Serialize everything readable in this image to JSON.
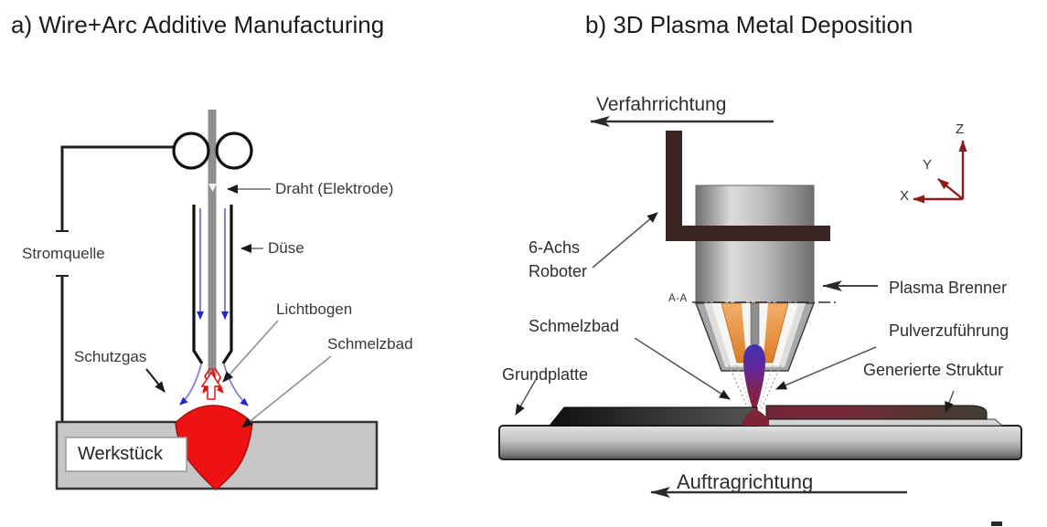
{
  "panel_a": {
    "title": "a) Wire+Arc Additive Manufacturing",
    "labels": {
      "power_source": "Stromquelle",
      "wire_electrode": "Draht (Elektrode)",
      "nozzle": "Düse",
      "arc": "Lichtbogen",
      "melt_pool": "Schmelzbad",
      "shielding_gas": "Schutzgas",
      "workpiece": "Werkstück"
    }
  },
  "panel_b": {
    "title": "b) 3D Plasma Metal Deposition",
    "labels": {
      "travel_direction": "Verfahrrichtung",
      "robot_line1": "6-Achs",
      "robot_line2": "Roboter",
      "melt_pool": "Schmelzbad",
      "base_plate": "Grundplatte",
      "plasma_torch": "Plasma Brenner",
      "powder_feed": "Pulverzuführung",
      "generated_structure": "Generierte Struktur",
      "deposition_direction": "Auftragrichtung",
      "section_marker": "A-A",
      "axis_x": "X",
      "axis_y": "Y",
      "axis_z": "Z"
    }
  },
  "colors": {
    "melt_pool_red": "#ee1212",
    "shielding_gas_blue": "#8282d8",
    "workpiece_gray": "#c6c6c6",
    "robot_bracket_brown": "#3b2424",
    "nozzle_orange": "#e8913f",
    "plasma_purple": "#4b2ba8",
    "deposit_maroon": "#6e2737",
    "axes_dark_red": "#8b1a1a"
  }
}
